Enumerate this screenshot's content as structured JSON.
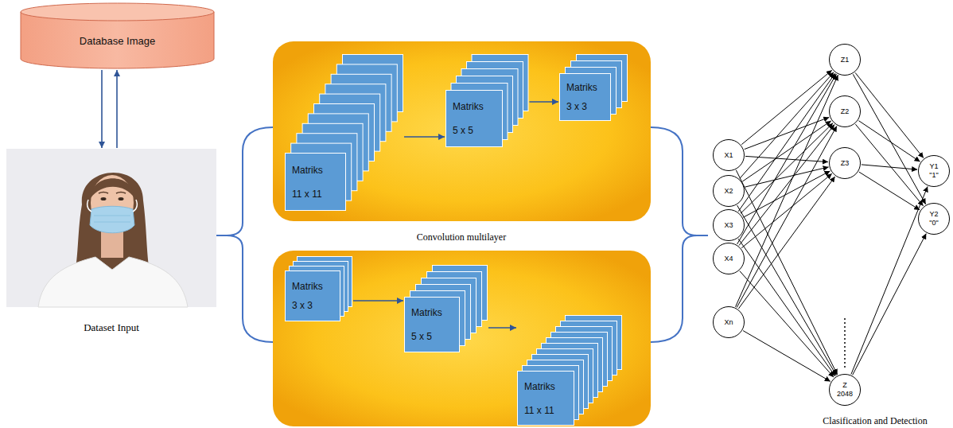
{
  "diagram": {
    "nodes": [
      {
        "text": [
          "Database Image"
        ]
      },
      {
        "text": [
          "Dataset Input"
        ]
      },
      {
        "text": [
          "Matriks 11 x 11"
        ]
      },
      {
        "text": [
          "Matriks 5 x 5"
        ]
      },
      {
        "text": [
          "Matriks 3 x 3"
        ]
      },
      {
        "text": [
          "Matriks 3 x 3"
        ]
      },
      {
        "text": [
          "Matriks 5 x 5"
        ]
      },
      {
        "text": [
          "Matriks 11 x 11"
        ]
      },
      {
        "text": [
          "X1"
        ]
      },
      {
        "text": [
          "X2"
        ]
      },
      {
        "text": [
          "X3"
        ]
      },
      {
        "text": [
          "X4"
        ]
      },
      {
        "text": [
          "Xn"
        ]
      },
      {
        "text": [
          "Z1"
        ]
      },
      {
        "text": [
          "Z2"
        ]
      },
      {
        "text": [
          "Z3"
        ]
      },
      {
        "text": [
          "Z 2048"
        ]
      },
      {
        "text": [
          "Y1",
          "\"1\""
        ]
      },
      {
        "text": [
          "Y2",
          "\"0\""
        ]
      }
    ],
    "edges": [
      {
        "from": 0,
        "to": 1,
        "arrow": "to"
      },
      {
        "from": 1,
        "to": 0,
        "arrow": "to"
      },
      {
        "from": 2,
        "to": 3,
        "arrow": "to"
      },
      {
        "from": 3,
        "to": 4,
        "arrow": "to"
      },
      {
        "from": 5,
        "to": 6,
        "arrow": "to"
      },
      {
        "from": 6,
        "to": 7,
        "arrow": "to"
      },
      {
        "from": 8,
        "to": 13,
        "arrow": "to"
      },
      {
        "from": 8,
        "to": 14,
        "arrow": "to"
      },
      {
        "from": 8,
        "to": 15,
        "arrow": "to"
      },
      {
        "from": 8,
        "to": 16,
        "arrow": "to"
      },
      {
        "from": 9,
        "to": 13,
        "arrow": "to"
      },
      {
        "from": 9,
        "to": 14,
        "arrow": "to"
      },
      {
        "from": 9,
        "to": 15,
        "arrow": "to"
      },
      {
        "from": 9,
        "to": 16,
        "arrow": "to"
      },
      {
        "from": 10,
        "to": 13,
        "arrow": "to"
      },
      {
        "from": 10,
        "to": 14,
        "arrow": "to"
      },
      {
        "from": 10,
        "to": 15,
        "arrow": "to"
      },
      {
        "from": 10,
        "to": 16,
        "arrow": "to"
      },
      {
        "from": 11,
        "to": 13,
        "arrow": "to"
      },
      {
        "from": 11,
        "to": 14,
        "arrow": "to"
      },
      {
        "from": 11,
        "to": 15,
        "arrow": "to"
      },
      {
        "from": 11,
        "to": 16,
        "arrow": "to"
      },
      {
        "from": 12,
        "to": 13,
        "arrow": "to"
      },
      {
        "from": 12,
        "to": 14,
        "arrow": "to"
      },
      {
        "from": 12,
        "to": 15,
        "arrow": "to"
      },
      {
        "from": 12,
        "to": 16,
        "arrow": "to"
      },
      {
        "from": 13,
        "to": 17,
        "arrow": "to"
      },
      {
        "from": 13,
        "to": 18,
        "arrow": "to"
      },
      {
        "from": 14,
        "to": 17,
        "arrow": "to"
      },
      {
        "from": 14,
        "to": 18,
        "arrow": "to"
      },
      {
        "from": 15,
        "to": 17,
        "arrow": "to"
      },
      {
        "from": 15,
        "to": 18,
        "arrow": "to"
      },
      {
        "from": 16,
        "to": 17,
        "arrow": "to"
      },
      {
        "from": 16,
        "to": 18,
        "arrow": "to"
      }
    ],
    "labels": [
      "Convolution multilayer",
      "Clasification and Detection"
    ]
  }
}
